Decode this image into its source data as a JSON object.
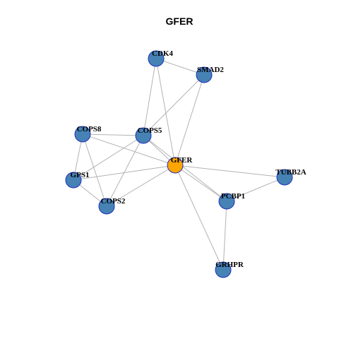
{
  "title": "GFER",
  "colors": {
    "node_default": "#4682b4",
    "node_center": "#ffa500",
    "node_border": "#1f2fbf",
    "edge": "#b3b3b3"
  },
  "nodes": [
    {
      "id": "CDK4",
      "label": "CDK4",
      "center": false
    },
    {
      "id": "SMAD2",
      "label": "SMAD2",
      "center": false
    },
    {
      "id": "COPS8",
      "label": "COPS8",
      "center": false
    },
    {
      "id": "COPS5",
      "label": "COPS5",
      "center": false
    },
    {
      "id": "GFER",
      "label": "GFER",
      "center": true
    },
    {
      "id": "TUBB2A",
      "label": "TUBB2A",
      "center": false
    },
    {
      "id": "GPS1",
      "label": "GPS1",
      "center": false
    },
    {
      "id": "PCBP1",
      "label": "PCBP1",
      "center": false
    },
    {
      "id": "COPS2",
      "label": "COPS2",
      "center": false
    },
    {
      "id": "GRHPR",
      "label": "GRHPR",
      "center": false
    }
  ],
  "edges": [
    [
      "CDK4",
      "SMAD2"
    ],
    [
      "CDK4",
      "COPS5"
    ],
    [
      "CDK4",
      "GFER"
    ],
    [
      "SMAD2",
      "COPS5"
    ],
    [
      "SMAD2",
      "GFER"
    ],
    [
      "COPS8",
      "COPS5"
    ],
    [
      "COPS8",
      "GFER"
    ],
    [
      "COPS8",
      "GPS1"
    ],
    [
      "COPS8",
      "COPS2"
    ],
    [
      "COPS5",
      "GFER"
    ],
    [
      "COPS5",
      "GPS1"
    ],
    [
      "COPS5",
      "COPS2"
    ],
    [
      "COPS5",
      "PCBP1"
    ],
    [
      "GFER",
      "TUBB2A"
    ],
    [
      "GFER",
      "PCBP1"
    ],
    [
      "GFER",
      "GPS1"
    ],
    [
      "GFER",
      "COPS2"
    ],
    [
      "GFER",
      "GRHPR"
    ],
    [
      "TUBB2A",
      "PCBP1"
    ],
    [
      "PCBP1",
      "GRHPR"
    ],
    [
      "GPS1",
      "COPS2"
    ]
  ]
}
